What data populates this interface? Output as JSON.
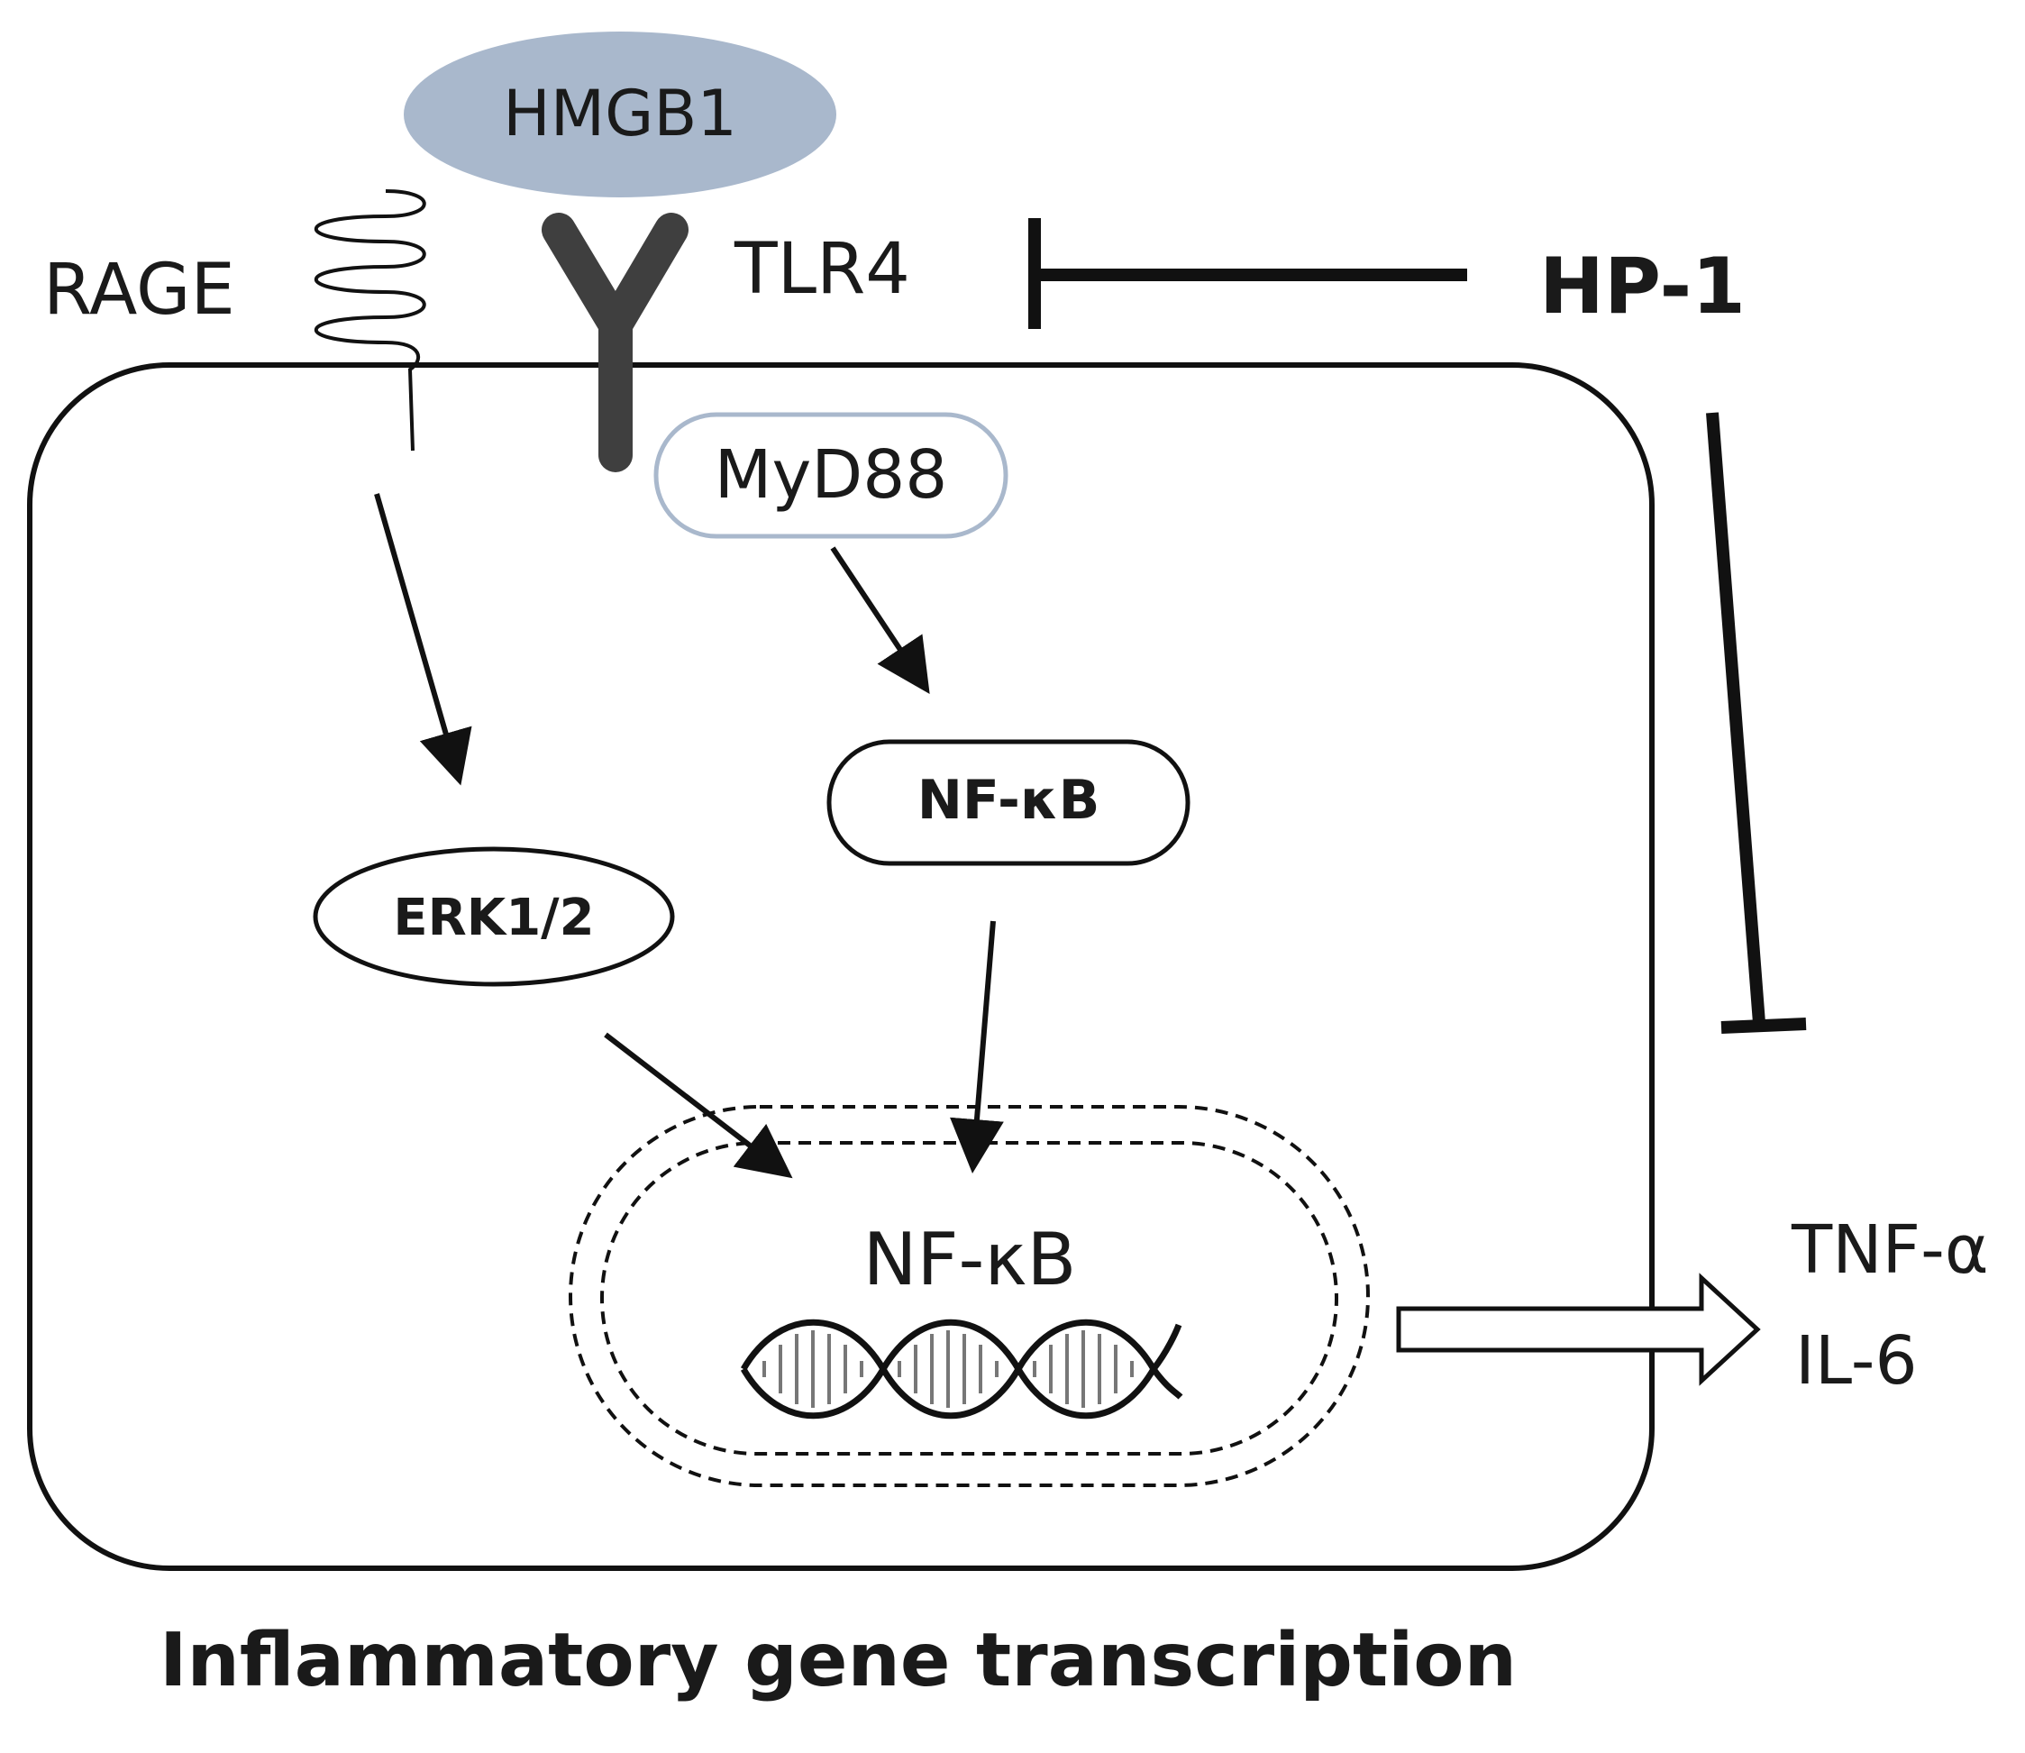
{
  "labels": {
    "hmgb1": "HMGB1",
    "rage": "RAGE",
    "tlr4": "TLR4",
    "inhibitor": "HP-1",
    "myd88": "MyD88",
    "erk": "ERK1/2",
    "nfkb_cyto": "NF-κB",
    "nfkb_nucleus": "NF-κB",
    "cytokine_1": "TNF-α",
    "cytokine_2": "IL-6",
    "caption": "Inflammatory gene transcription"
  },
  "colors": {
    "hmgb1_fill": "#a9b8cc",
    "myd88_border": "#a9b8cc",
    "receptor": "#3f3f3f",
    "line": "#111111"
  }
}
